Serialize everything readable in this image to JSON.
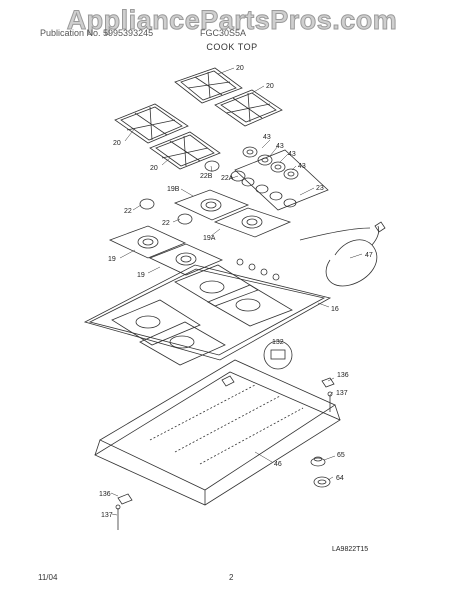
{
  "watermark": "AppliancePartsPros.com",
  "header": {
    "publication": "Publication No. 5995393245",
    "model": "FGC30S5A"
  },
  "section_title": "COOK TOP",
  "callouts": [
    {
      "id": "20a",
      "text": "20"
    },
    {
      "id": "20b",
      "text": "20"
    },
    {
      "id": "20c",
      "text": "20"
    },
    {
      "id": "20d",
      "text": "20"
    },
    {
      "id": "43a",
      "text": "43"
    },
    {
      "id": "43b",
      "text": "43"
    },
    {
      "id": "43c",
      "text": "43"
    },
    {
      "id": "43d",
      "text": "43"
    },
    {
      "id": "22b",
      "text": "22B"
    },
    {
      "id": "22a",
      "text": "22A"
    },
    {
      "id": "23",
      "text": "23"
    },
    {
      "id": "19b",
      "text": "19B"
    },
    {
      "id": "22c",
      "text": "22"
    },
    {
      "id": "22d",
      "text": "22"
    },
    {
      "id": "19a",
      "text": "19A"
    },
    {
      "id": "19c",
      "text": "19"
    },
    {
      "id": "19d",
      "text": "19"
    },
    {
      "id": "47",
      "text": "47"
    },
    {
      "id": "16",
      "text": "16"
    },
    {
      "id": "132",
      "text": "132"
    },
    {
      "id": "136a",
      "text": "136"
    },
    {
      "id": "137a",
      "text": "137"
    },
    {
      "id": "46",
      "text": "46"
    },
    {
      "id": "65",
      "text": "65"
    },
    {
      "id": "64",
      "text": "64"
    },
    {
      "id": "136b",
      "text": "136"
    },
    {
      "id": "137b",
      "text": "137"
    }
  ],
  "drawing_code": "LA9822T15",
  "footer": {
    "date": "11/04",
    "page": "2"
  }
}
